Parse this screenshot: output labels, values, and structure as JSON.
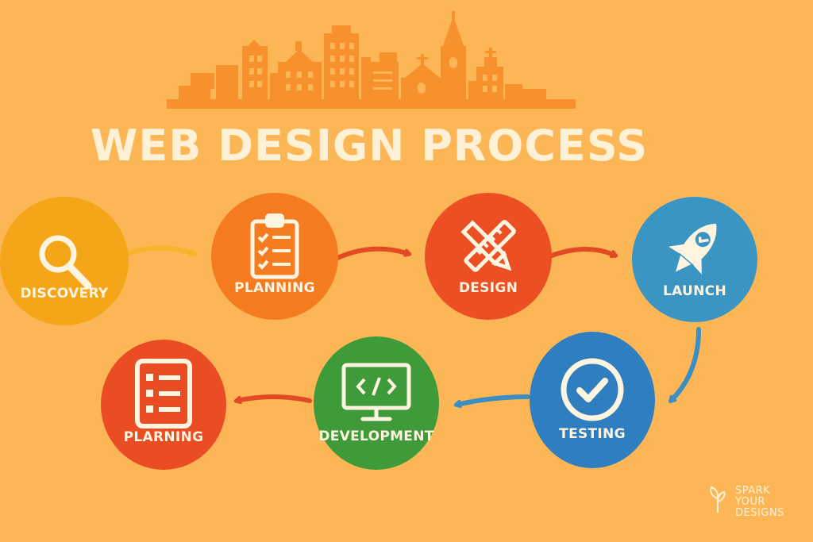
{
  "title": "WEB DESIGN PROCESS",
  "colors": {
    "background": "#fcb655",
    "title": "#fff1d6",
    "skyline": "#f7912d",
    "discovery": "#f4a518",
    "planning": "#f47b20",
    "design": "#ec4f24",
    "launch": "#3b95c2",
    "testing": "#2f7fc0",
    "development": "#3f9a3a",
    "planning2": "#ea4c24",
    "arrow_orange": "#f47b20",
    "arrow_red": "#e24a24",
    "arrow_blue": "#3b8ec4",
    "arrow_yellow": "#f5b52b",
    "brand": "#fff1d6"
  },
  "steps": [
    {
      "label": "DISCOVERY",
      "icon": "magnifier-icon"
    },
    {
      "label": "PLANNING",
      "icon": "clipboard-checklist-icon"
    },
    {
      "label": "DESIGN",
      "icon": "pencil-ruler-icon"
    },
    {
      "label": "LAUNCH",
      "icon": "rocket-icon"
    },
    {
      "label": "TESTING",
      "icon": "check-circle-icon"
    },
    {
      "label": "DEVELOPMENT",
      "icon": "code-monitor-icon"
    },
    {
      "label": "PLARNING",
      "icon": "list-document-icon"
    }
  ],
  "brand": {
    "line1": "SPARK",
    "line2": "YOUR",
    "line3": "DESIGNS",
    "icon": "sprout-icon"
  }
}
